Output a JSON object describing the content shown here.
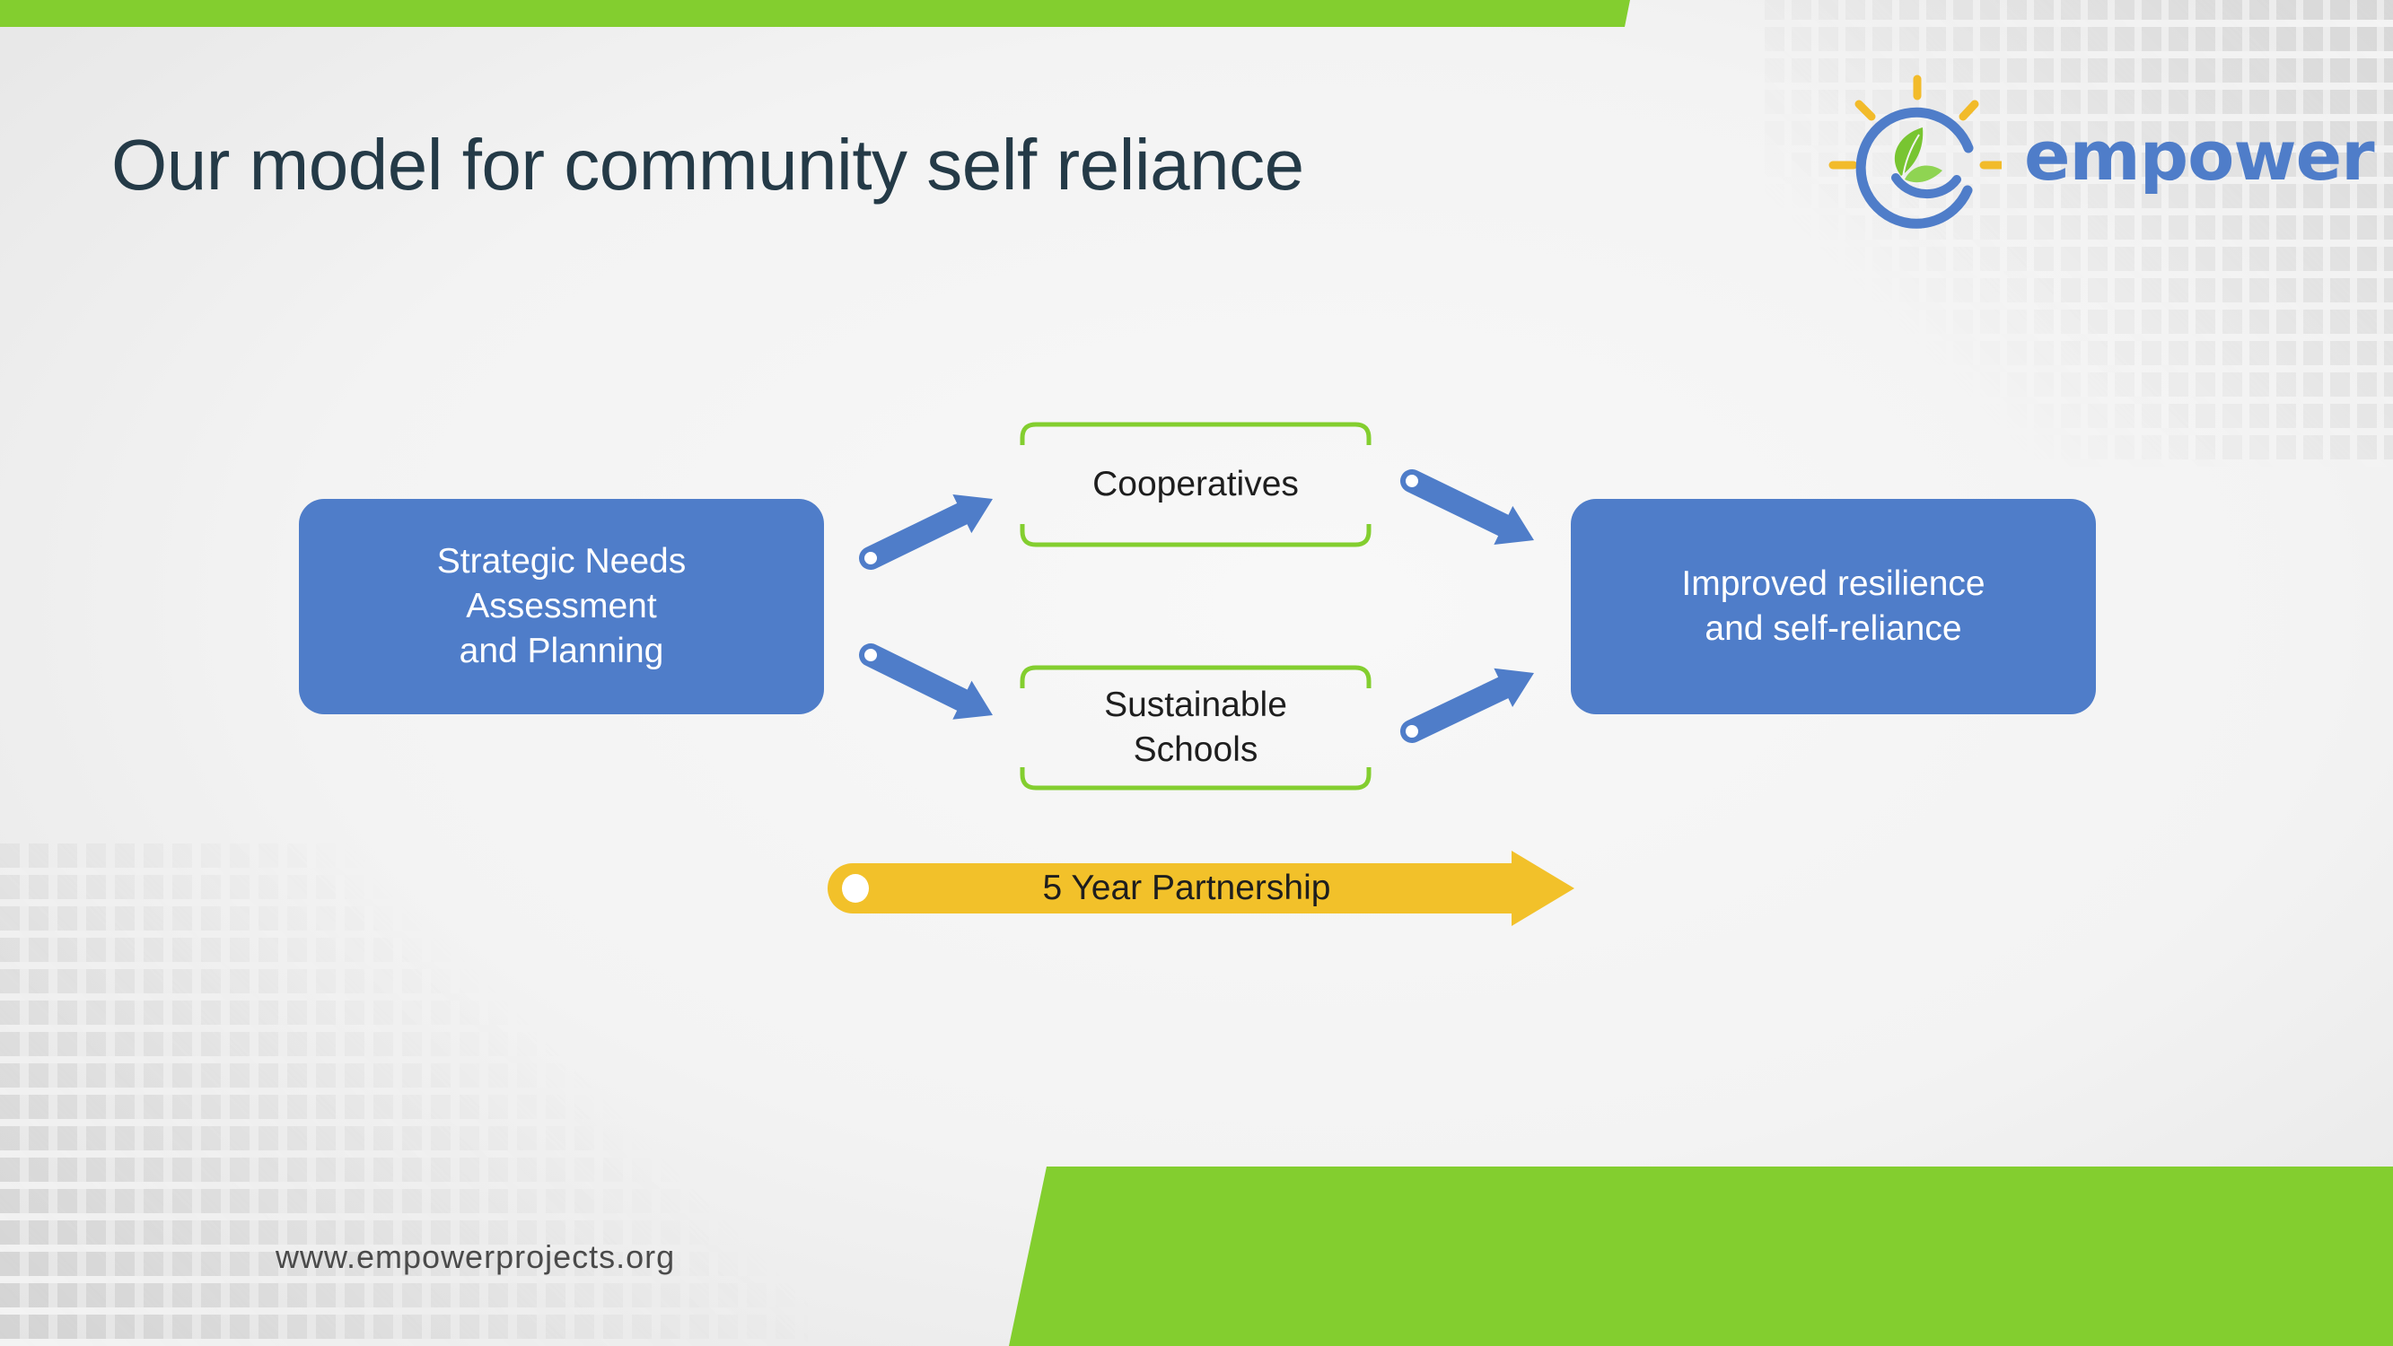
{
  "slide": {
    "title": "Our model for community self reliance",
    "footer_url": "www.empowerprojects.org"
  },
  "logo": {
    "text": "empower",
    "icon": "sun-leaf-logo-icon"
  },
  "diagram": {
    "start_box": {
      "lines": [
        "Strategic Needs",
        "Assessment",
        "and Planning"
      ]
    },
    "programs": [
      {
        "lines": [
          "Cooperatives"
        ]
      },
      {
        "lines": [
          "Sustainable",
          "Schools"
        ]
      }
    ],
    "outcome_box": {
      "lines": [
        "Improved resilience",
        "and self-reliance"
      ]
    },
    "timeline": {
      "label": "5 Year Partnership"
    },
    "connectors": [
      {
        "from": "Strategic Needs Assessment and Planning",
        "to": "Cooperatives",
        "icon": "arrow-up-right-icon"
      },
      {
        "from": "Strategic Needs Assessment and Planning",
        "to": "Sustainable Schools",
        "icon": "arrow-down-right-icon"
      },
      {
        "from": "Cooperatives",
        "to": "Improved resilience and self-reliance",
        "icon": "arrow-down-right-icon"
      },
      {
        "from": "Sustainable Schools",
        "to": "Improved resilience and self-reliance",
        "icon": "arrow-up-right-icon"
      }
    ]
  },
  "colors": {
    "brand_green": "#83ce2f",
    "brand_blue": "#4f7dc9",
    "accent_yellow": "#f2c12a",
    "title_text": "#243a47",
    "logo_leaf": "#78c531",
    "logo_sun_rays": "#f2bb2a"
  }
}
